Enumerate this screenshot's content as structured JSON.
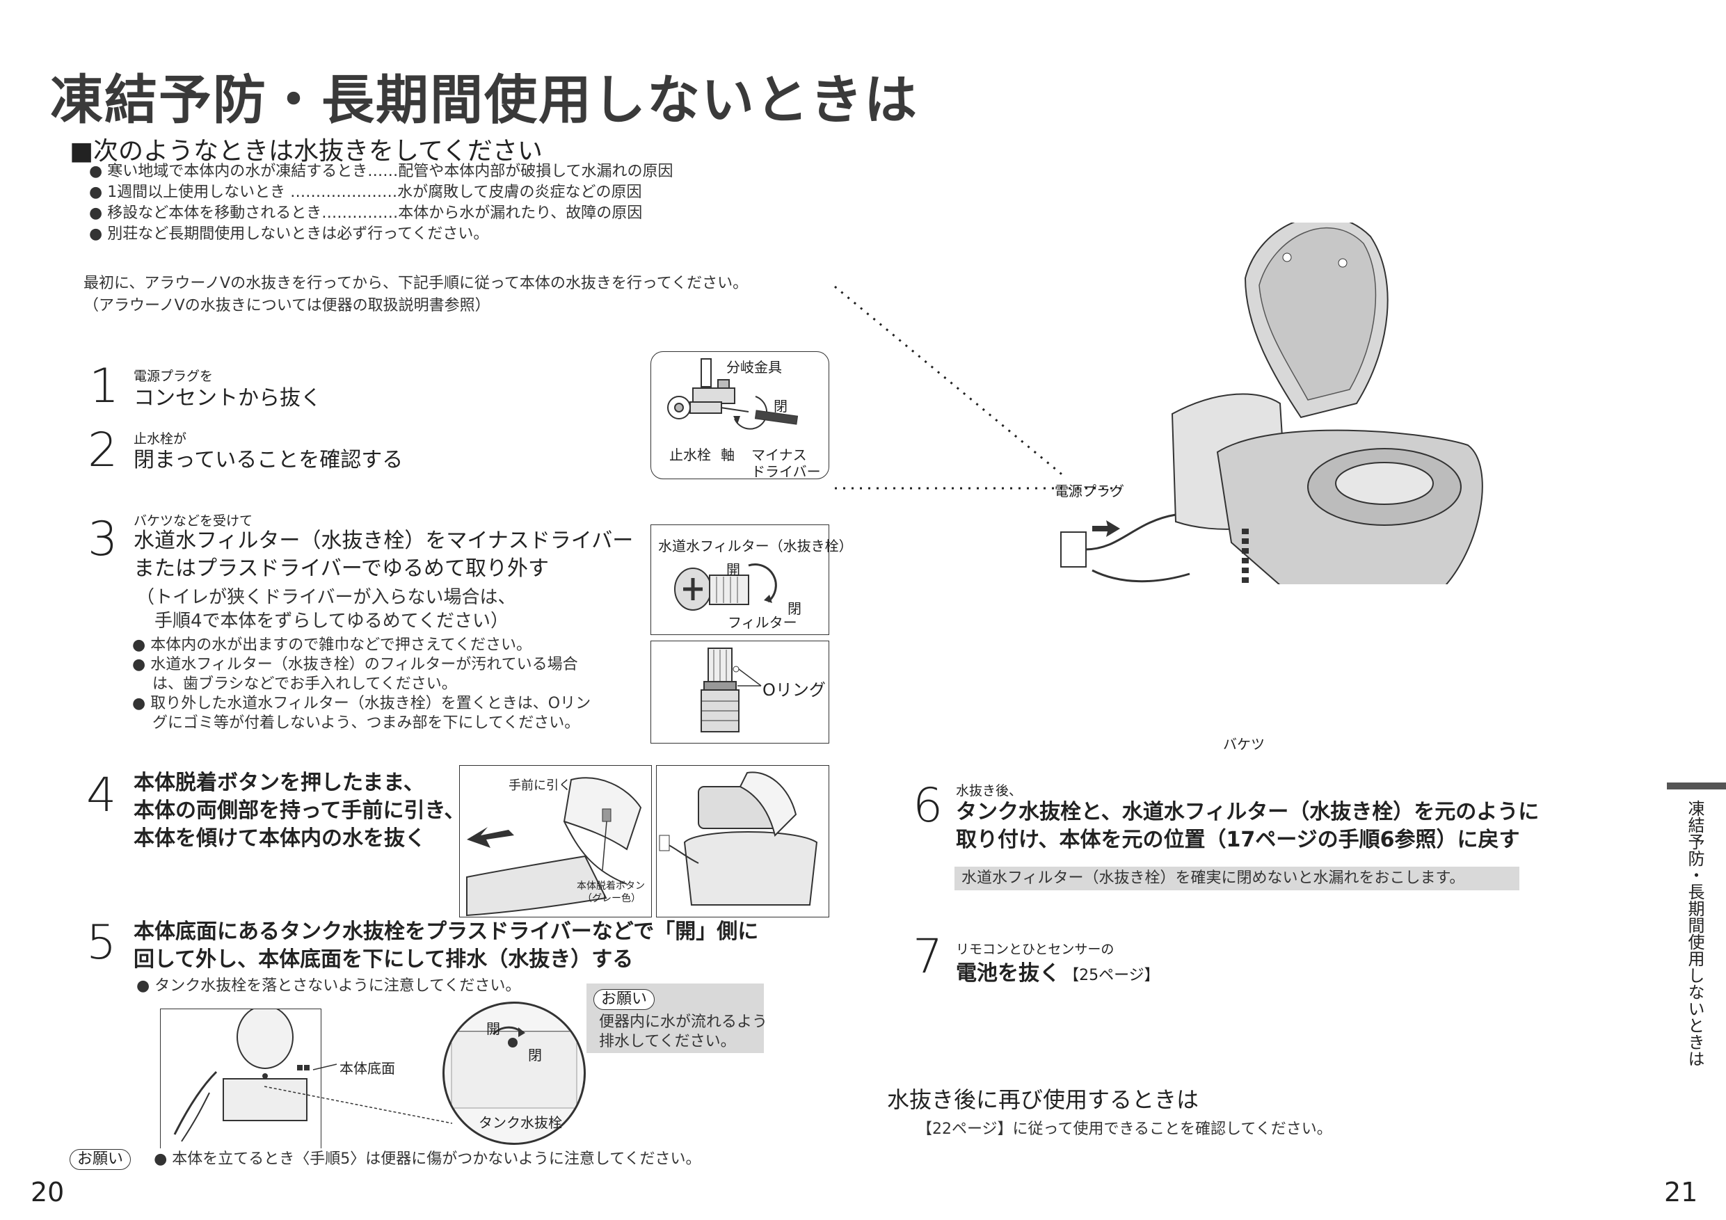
{
  "title": "凍結予防・長期間使用しないときは",
  "section": {
    "heading": "■次のようなときは水抜きをしてください",
    "bullets": [
      "● 寒い地域で本体内の水が凍結するとき……配管や本体内部が破損して水漏れの原因",
      "● 1週間以上使用しないとき …………………水が腐敗して皮膚の炎症などの原因",
      "● 移設など本体を移動されるとき……………本体から水が漏れたり、故障の原因",
      "● 別荘など長期間使用しないときは必ず行ってください。"
    ],
    "intro_line1": "最初に、アラウーノVの水抜きを行ってから、下記手順に従って本体の水抜きを行ってください。",
    "intro_line2": "（アラウーノVの水抜きについては便器の取扱説明書参照）"
  },
  "steps": {
    "s1": {
      "num": "1",
      "small": "電源プラグを",
      "main": "コンセントから抜く"
    },
    "s2": {
      "num": "2",
      "small": "止水栓が",
      "main": "閉まっていることを確認する"
    },
    "s3": {
      "num": "3",
      "small": "バケツなどを受けて",
      "main1": "水道水フィルター（水抜き栓）をマイナスドライバー",
      "main2": "またはプラスドライバーでゆるめて取り外す",
      "sub1": "（トイレが狭くドライバーが入らない場合は、",
      "sub2": "　手順4で本体をずらしてゆるめてください）",
      "notes": [
        "● 本体内の水が出ますので雑巾などで押さえてください。",
        "● 水道水フィルター（水抜き栓）のフィルターが汚れている場合",
        "　 は、歯ブラシなどでお手入れしてください。",
        "● 取り外した水道水フィルター（水抜き栓）を置くときは、Oリン",
        "　 グにゴミ等が付着しないよう、つまみ部を下にしてください。"
      ]
    },
    "s4": {
      "num": "4",
      "main1": "本体脱着ボタンを押したまま、",
      "main2": "本体の両側部を持って手前に引き、",
      "main3": "本体を傾けて本体内の水を抜く"
    },
    "s5": {
      "num": "5",
      "main1": "本体底面にあるタンク水抜栓をプラスドライバーなどで「開」側に",
      "main2": "回して外し、本体底面を下にして排水（水抜き）する",
      "note": "● タンク水抜栓を落とさないように注意してください。",
      "onegai_label": "お願い",
      "onegai_text1": "便器内に水が流れるよう",
      "onegai_text2": "排水してください。"
    },
    "s6": {
      "num": "6",
      "small": "水抜き後、",
      "main1": "タンク水抜栓と、水道水フィルター（水抜き栓）を元のように",
      "main2": "取り付け、本体を元の位置（17ページの手順6参照）に戻す",
      "warning": "水道水フィルター（水抜き栓）を確実に閉めないと水漏れをおこします。"
    },
    "s7": {
      "num": "7",
      "small": "リモコンとひとセンサーの",
      "main": "電池を抜く",
      "ref": "【25ページ】"
    }
  },
  "figures": {
    "valve": {
      "bunki": "分岐金具",
      "hei": "閉",
      "shisuisen": "止水栓",
      "jiku": "軸",
      "minus1": "マイナス",
      "minus2": "ドライバー"
    },
    "filter": {
      "caption": "水道水フィルター（水抜き栓）",
      "kai": "開",
      "hei": "閉",
      "filter": "フィルター"
    },
    "oring": {
      "label": "Oリング"
    },
    "main": {
      "plug": "電源プラグ",
      "bucket": "バケツ"
    },
    "s4fig": {
      "pull": "手前に引く",
      "button1": "本体脱着ボタン",
      "button2": "（グレー色）"
    },
    "s5fig": {
      "bottom": "本体底面",
      "kai": "開",
      "hei": "閉",
      "tank": "タンク水抜栓"
    }
  },
  "reuse": {
    "heading": "水抜き後に再び使用するときは",
    "text": "【22ページ】に従って使用できることを確認してください。"
  },
  "bottom_note": {
    "label": "お願い",
    "text": "● 本体を立てるとき〈手順5〉は便器に傷がつかないように注意してください。"
  },
  "page_left": "20",
  "page_right": "21",
  "side_tab": "凍結予防・長期間使用しないときは"
}
